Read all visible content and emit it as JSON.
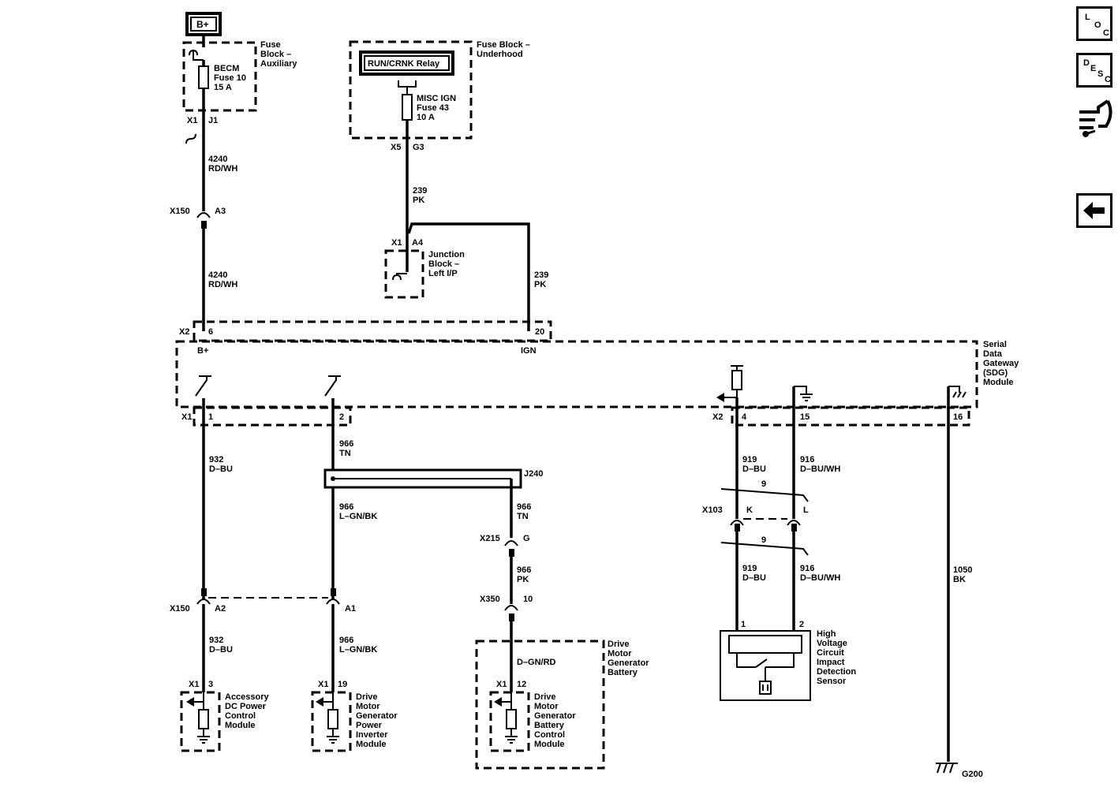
{
  "fuse_block_aux": {
    "title_lines": [
      "Fuse",
      "Block –",
      "Auxiliary"
    ],
    "power_label": "B+",
    "fuse_lines": [
      "BECM",
      "Fuse 10",
      "15 A"
    ],
    "connector": "X1",
    "pin": "J1"
  },
  "fuse_block_under": {
    "title_lines": [
      "Fuse Block –",
      "Underhood"
    ],
    "relay_label": "RUN/CRNK Relay",
    "fuse_lines": [
      "MISC IGN",
      "Fuse 43",
      "10 A"
    ],
    "connector": "X5",
    "pin": "G3"
  },
  "junction_block": {
    "title_lines": [
      "Junction",
      "Block –",
      "Left I/P"
    ],
    "connector": "X1",
    "pin": "A4"
  },
  "wires": {
    "w4240a": [
      "4240",
      "RD/WH"
    ],
    "w4240b": [
      "4240",
      "RD/WH"
    ],
    "w239a": [
      "239",
      "PK"
    ],
    "w239b": [
      "239",
      "PK"
    ],
    "w932a": [
      "932",
      "D–BU"
    ],
    "w932b": [
      "932",
      "D–BU"
    ],
    "w966a": [
      "966",
      "TN"
    ],
    "w966b": [
      "966",
      "L–GN/BK"
    ],
    "w966c": [
      "966",
      "TN"
    ],
    "w966d": [
      "966",
      "PK"
    ],
    "w966e": [
      "966",
      "L–GN/BK"
    ],
    "w919a": [
      "919",
      "D–BU"
    ],
    "w919b": [
      "919",
      "D–BU"
    ],
    "w916a": [
      "916",
      "D–BU/WH"
    ],
    "w916b": [
      "916",
      "D–BU/WH"
    ],
    "w1050": [
      "1050",
      "BK"
    ],
    "dgn": "D–GN/RD"
  },
  "connectors": {
    "x150_top": {
      "name": "X150",
      "pin": "A3"
    },
    "x150_left": {
      "name": "X150",
      "pin": "A2"
    },
    "x150_right_pin": "A1",
    "x215": {
      "name": "X215",
      "pin": "G"
    },
    "x350": {
      "name": "X350",
      "pin": "10"
    },
    "x103": {
      "name": "X103",
      "pin_k": "K",
      "pin_l": "L"
    },
    "twist_count": "9",
    "splice": "J240"
  },
  "sdg": {
    "title_lines": [
      "Serial",
      "Data",
      "Gateway",
      "(SDG)",
      "Module"
    ],
    "x2_top": "X2",
    "pin_6": "6",
    "pin_20": "20",
    "label_bplus": "B+",
    "label_ign": "IGN",
    "x1": "X1",
    "pin_1": "1",
    "pin_2": "2",
    "x2_bottom": "X2",
    "pin_4": "4",
    "pin_15": "15",
    "pin_16": "16"
  },
  "modules": {
    "accessory": {
      "connector": "X1",
      "pin": "3",
      "lines": [
        "Accessory",
        "DC Power",
        "Control",
        "Module"
      ]
    },
    "inverter": {
      "connector": "X1",
      "pin": "19",
      "lines": [
        "Drive",
        "Motor",
        "Generator",
        "Power",
        "Inverter",
        "Module"
      ]
    },
    "battery_ctrl": {
      "connector": "X1",
      "pin": "12",
      "lines": [
        "Drive",
        "Motor",
        "Generator",
        "Battery",
        "Control",
        "Module"
      ]
    },
    "battery_box": {
      "lines": [
        "Drive",
        "Motor",
        "Generator",
        "Battery"
      ]
    },
    "hv_sensor": {
      "pin_1": "1",
      "pin_2": "2",
      "lines": [
        "High",
        "Voltage",
        "Circuit",
        "Impact",
        "Detection",
        "Sensor"
      ]
    }
  },
  "ground": {
    "name": "G200"
  },
  "nav": {
    "loc": {
      "l": "L",
      "o": "O",
      "c": "C"
    },
    "desc": {
      "d": "D",
      "e": "E",
      "s": "S",
      "c": "C"
    },
    "back_icon": "left-arrow-icon",
    "connector_icon": "connector-plug-icon"
  }
}
